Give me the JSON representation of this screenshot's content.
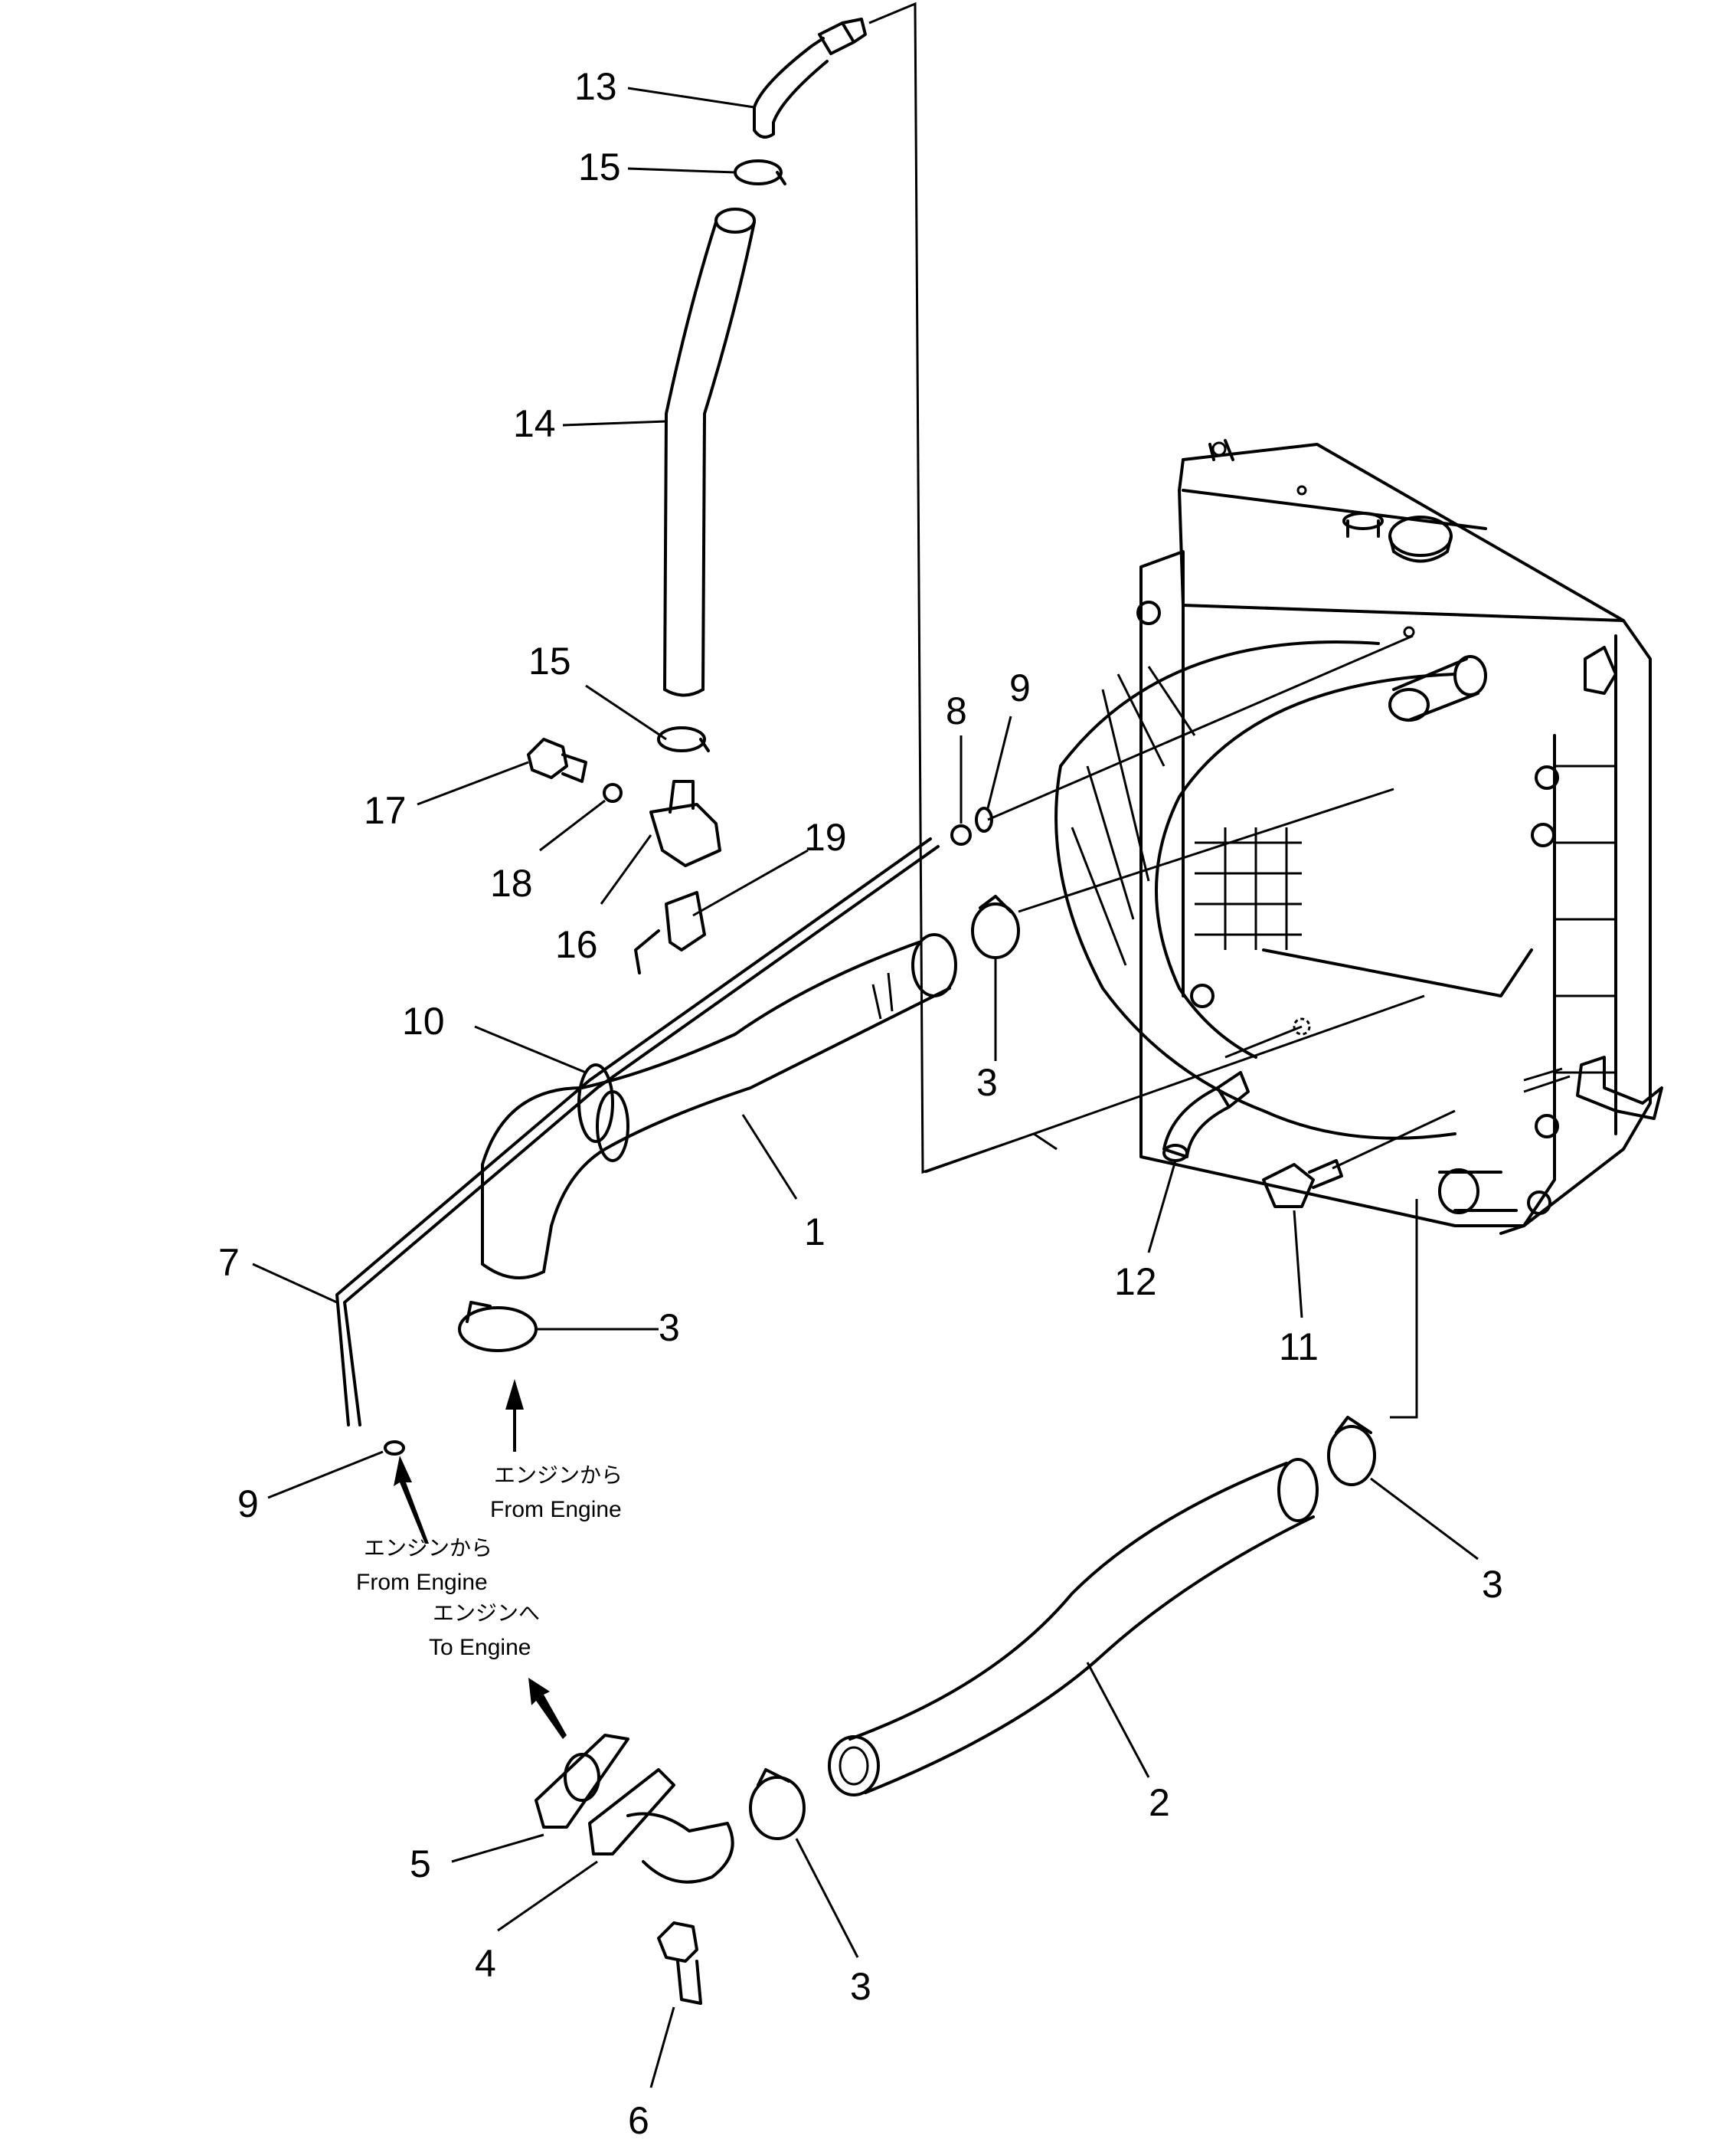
{
  "callouts": {
    "c1": "1",
    "c2": "2",
    "c3a": "3",
    "c3b": "3",
    "c3c": "3",
    "c3d": "3",
    "c4": "4",
    "c5": "5",
    "c6": "6",
    "c7": "7",
    "c8": "8",
    "c9a": "9",
    "c9b": "9",
    "c10": "10",
    "c11": "11",
    "c12": "12",
    "c13": "13",
    "c14": "14",
    "c15a": "15",
    "c15b": "15",
    "c16": "16",
    "c17": "17",
    "c18": "18",
    "c19": "19"
  },
  "notes": {
    "from_engine_1_jp": "エンジンから",
    "from_engine_1_en": "From Engine",
    "from_engine_2_jp": "エンジンから",
    "from_engine_2_en": "From Engine",
    "to_engine_jp": "エンジンへ",
    "to_engine_en": "To Engine"
  }
}
